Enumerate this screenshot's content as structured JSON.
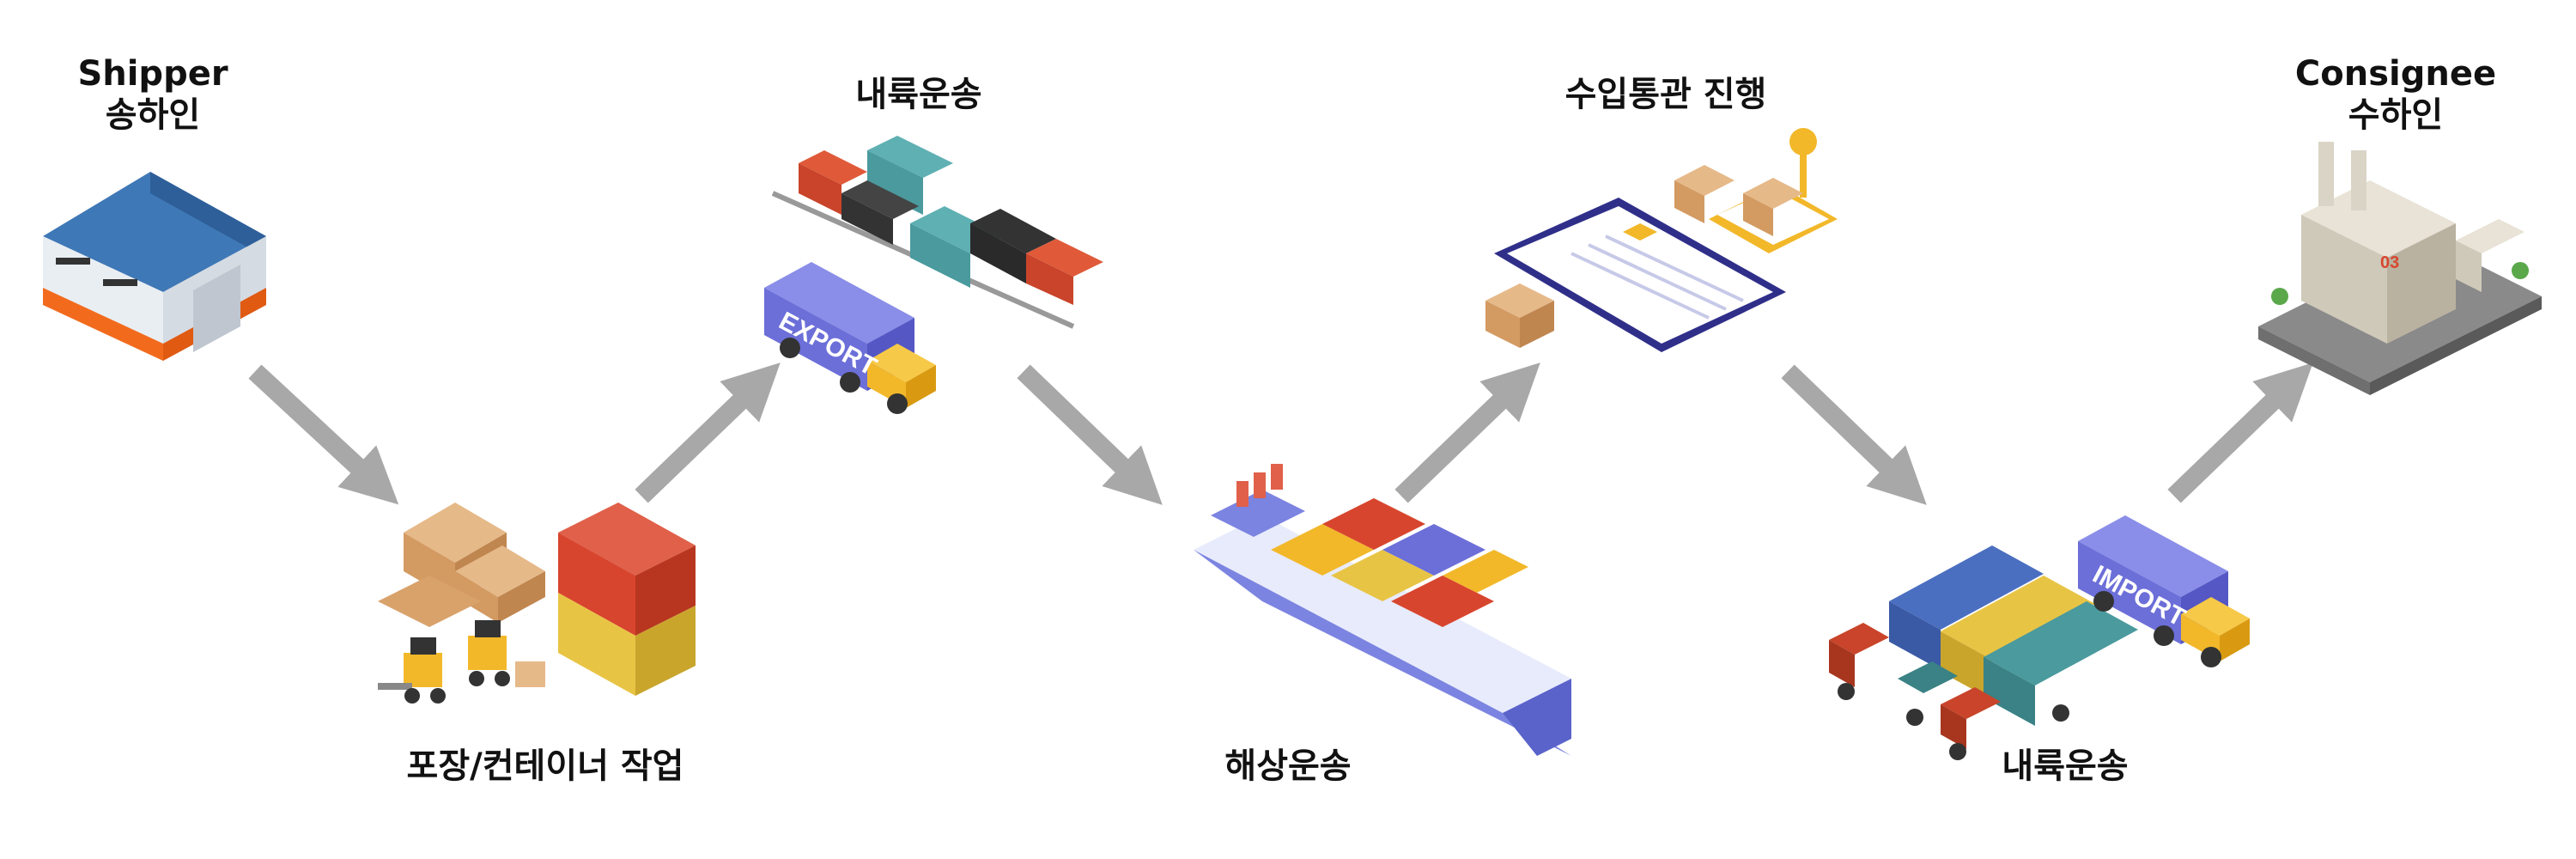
{
  "steps": {
    "shipper": {
      "line1": "Shipper",
      "line2": "송하인"
    },
    "packing": {
      "label": "포장/컨테이너 작업"
    },
    "inland_export": {
      "label": "내륙운송",
      "truck_text": "EXPORT"
    },
    "ocean": {
      "label": "해상운송"
    },
    "customs": {
      "label": "수입통관 진행"
    },
    "inland_import": {
      "label": "내륙운송",
      "truck_text": "IMPORT"
    },
    "consignee": {
      "line1": "Consignee",
      "line2": "수하인",
      "building_number": "03"
    }
  },
  "colors": {
    "arrow": "#a8a8a8",
    "warehouse_roof": "#3f78b6",
    "warehouse_stripe": "#f26b1d",
    "container_red": "#d8452e",
    "container_yellow": "#e8c445",
    "ship_hull": "#7b84e0",
    "truck_box": "#6c6fd8",
    "truck_cab": "#f2b82a",
    "clipboard": "#2f2f8a",
    "box": "#d9a26b",
    "train_teal": "#4a9a9e",
    "factory": "#cfc9b9"
  }
}
